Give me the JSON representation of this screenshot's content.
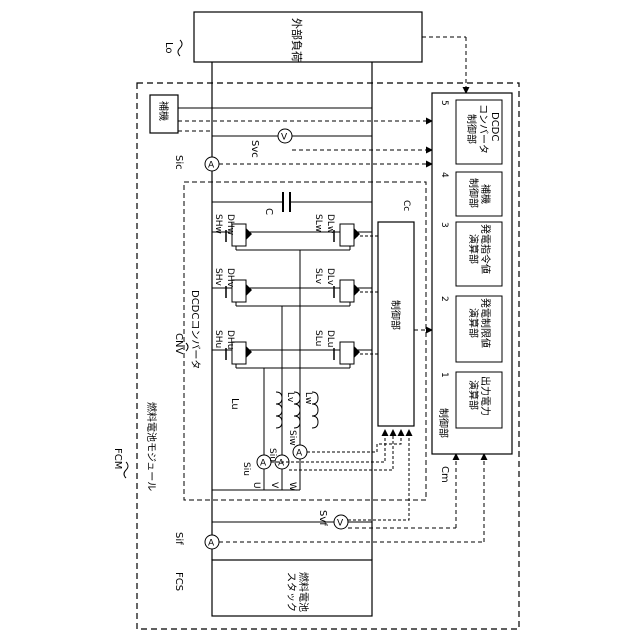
{
  "labels": {
    "lo": "Lo",
    "external_load": "外部負荷",
    "fcm": "FCM",
    "fcm_name": "燃料電池モジュール",
    "auxiliary": "補機",
    "sic": "Sic",
    "svc": "Svc",
    "capacitor": "C",
    "cnv": "CNV",
    "dcdc": "DCDCコンバータ",
    "cc": "Cc",
    "ctrl_unit": "制御部",
    "cm": "Cm",
    "fcs": "FCS",
    "fcs_name_1": "燃料電池",
    "fcs_name_2": "スタック",
    "sif": "Sif",
    "svf": "Svf",
    "siu": "Siu",
    "siw": "Siw",
    "u": "U",
    "v": "V",
    "w": "W",
    "lu": "Lu",
    "lv": "Lv",
    "lw": "Lw",
    "shu": "SHu",
    "shv": "SHv",
    "shw": "SHw",
    "dhu": "DHu",
    "dhv": "DHv",
    "dhw": "DHw",
    "slu": "SLu",
    "slv": "SLv",
    "slw": "SLw",
    "dlu": "DLu",
    "dlv": "DLv",
    "dlw": "DLw",
    "ammeter": "A",
    "voltmeter": "V"
  },
  "controller": {
    "title": "制御部",
    "blocks": [
      {
        "num": "1",
        "line1": "出力電力",
        "line2": "演算部"
      },
      {
        "num": "2",
        "line1": "発電制限値",
        "line2": "演算部"
      },
      {
        "num": "3",
        "line1": "発電指令値",
        "line2": "演算部"
      },
      {
        "num": "4",
        "line1": "補機",
        "line2": "制御部"
      },
      {
        "num": "5",
        "line1": "DCDC",
        "line2": "コンバータ",
        "line3": "制御部"
      }
    ]
  }
}
